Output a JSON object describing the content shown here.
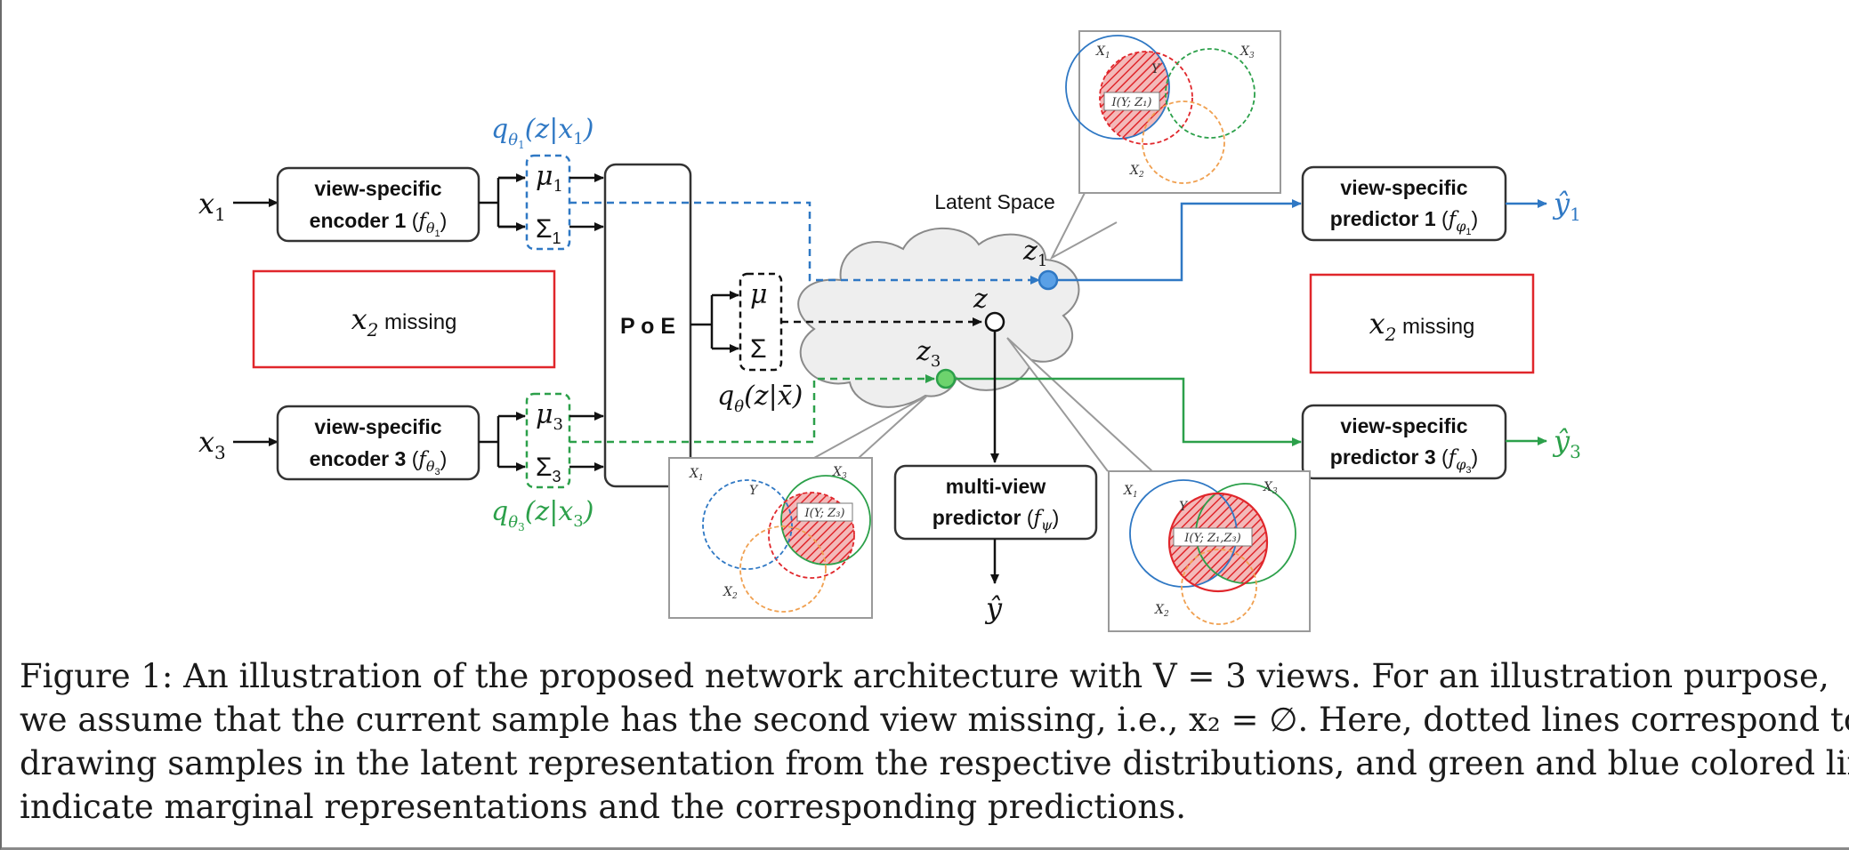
{
  "inputs": [
    {
      "main": "x",
      "sub": "1"
    },
    {
      "main": "x",
      "sub": "3"
    }
  ],
  "encoders": [
    {
      "line1": "view-specific",
      "line2_text": "encoder 1",
      "line2_fn": "f",
      "line2_sub": "θ",
      "line2_subsub": "1"
    },
    {
      "line1": "view-specific",
      "line2_text": "encoder 3",
      "line2_fn": "f",
      "line2_sub": "θ",
      "line2_subsub": "3"
    }
  ],
  "missing_boxes": [
    {
      "var": "x",
      "sub": "2",
      "word": "missing"
    },
    {
      "var": "x",
      "sub": "2",
      "word": "missing"
    }
  ],
  "posterior_labels": {
    "q1": {
      "q": "q",
      "sub": "θ",
      "subsub": "1",
      "rest": "(z|x",
      "rest_sub": "1",
      "close": ")"
    },
    "q3": {
      "q": "q",
      "sub": "θ",
      "subsub": "3",
      "rest": "(z|x",
      "rest_sub": "3",
      "close": ")"
    },
    "joint": {
      "q": "q",
      "sub": "θ",
      "rest": "(z|x̄)"
    }
  },
  "params": {
    "mu": "μ",
    "sigma": "Σ",
    "mu1_sub": "1",
    "sigma1_sub": "1",
    "mu3_sub": "3",
    "sigma3_sub": "3"
  },
  "poe_label": "P o E",
  "latent": {
    "title": "Latent Space",
    "z": "z",
    "z1": "z",
    "z1_sub": "1",
    "z3": "z",
    "z3_sub": "3"
  },
  "multiview": {
    "line1": "multi-view",
    "line2_text": "predictor",
    "line2_fn": "f",
    "line2_sub": "ψ"
  },
  "predictors": [
    {
      "line1": "view-specific",
      "line2_text": "predictor 1",
      "line2_fn": "f",
      "line2_sub": "φ",
      "line2_subsub": "1"
    },
    {
      "line1": "view-specific",
      "line2_text": "predictor 3",
      "line2_fn": "f",
      "line2_sub": "φ",
      "line2_subsub": "3"
    }
  ],
  "outputs": {
    "y1": "ŷ",
    "y1_sub": "1",
    "y3": "ŷ",
    "y3_sub": "3",
    "y": "ŷ"
  },
  "venn_callouts": [
    {
      "x1": "X",
      "x1_sub": "1",
      "y": "Y",
      "x3": "X",
      "x3_sub": "3",
      "x2": "X",
      "x2_sub": "2",
      "label": "I(Y; Z₁)"
    },
    {
      "x1": "X",
      "x1_sub": "1",
      "y": "Y",
      "x3": "X",
      "x3_sub": "3",
      "x2": "X",
      "x2_sub": "2",
      "label": "I(Y; Z₃)"
    },
    {
      "x1": "X",
      "x1_sub": "1",
      "y": "Y",
      "x3": "X",
      "x3_sub": "3",
      "x2": "X",
      "x2_sub": "2",
      "label": "I(Y; Z₁,Z₃)"
    }
  ],
  "caption": {
    "lines": [
      "Figure 1: An illustration of the proposed network architecture with V = 3 views. For an illustration purpose,",
      "we assume that the current sample has the second view missing, i.e., x₂ = ∅. Here, dotted lines correspond to",
      "drawing samples in the latent representation from the respective distributions, and green and blue colored lines",
      "indicate marginal representations and the corresponding predictions."
    ]
  },
  "colors": {
    "blue": "#2f78c4",
    "green": "#2ca04a",
    "red": "#e0262b",
    "orange": "#f0a050",
    "black": "#111111",
    "gray": "#9a9a9a",
    "cloud": "#eeeeee"
  }
}
